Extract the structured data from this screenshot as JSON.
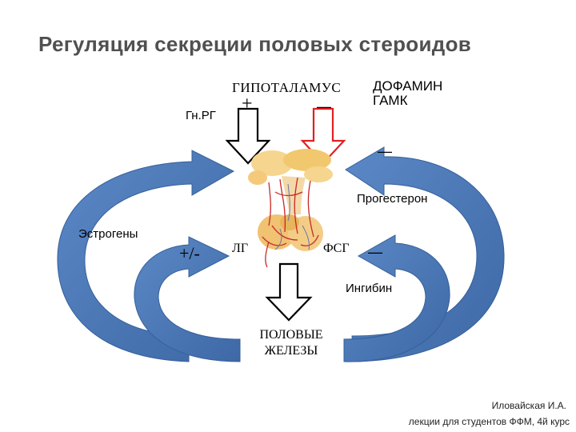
{
  "title": "Регуляция секреции половых стероидов",
  "labels": {
    "hypothalamus": "ГИПОТАЛАМУС",
    "dopamine": "ДОФАМИН",
    "gaba": "ГАМК",
    "gnrh": "Гн.РГ",
    "plus": "+",
    "minus": "—",
    "progesterone": "Прогестерон",
    "estrogens": "Эстрогены",
    "plus_minus": "+/-",
    "lh": "ЛГ",
    "fsh": "ФСГ",
    "inhibin": "Ингибин",
    "gonads_line1": "ПОЛОВЫЕ",
    "gonads_line2": "ЖЕЛЕЗЫ"
  },
  "credit": {
    "author": "Иловайская И.А.",
    "course": "лекции для студентов ФФМ, 4й курс"
  },
  "colors": {
    "loop_arrow": "#4a76b4",
    "inhibit_arrow": "#e02020",
    "tissue": "#f4ca7a",
    "vessel": "#c82828"
  }
}
